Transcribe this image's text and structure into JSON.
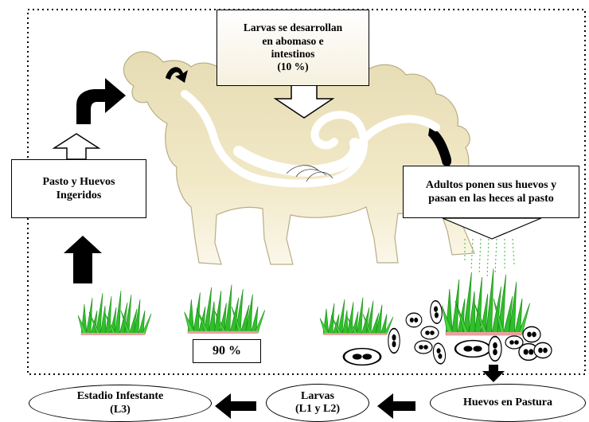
{
  "labels": {
    "larvae_develop": [
      "Larvas se desarrollan",
      "en abomaso e",
      "intestinos",
      "(10 %)"
    ],
    "ingested": [
      "Pasto y Huevos",
      "Ingeridos"
    ],
    "adults_lay": [
      "Adultos ponen sus huevos y",
      "pasan en las heces al pasto"
    ],
    "pasture_pct": "90 %",
    "infective_stage": [
      "Estadio Infestante",
      "(L3)"
    ],
    "larvae": [
      "Larvas",
      "(L1 y L2)"
    ],
    "eggs_pasture": "Huevos en Pastura"
  },
  "colors": {
    "sheep_fill": "#efe5c2",
    "sheep_shade": "#dcd0a6",
    "grass": "#2fbf2a",
    "grass_dark": "#1d8f1a",
    "grass_soil": "#e9a0a0"
  },
  "icons": [
    "sheep-illustration",
    "arrow-up-icon",
    "curved-arrow-icon",
    "arrow-down-icon",
    "arrow-left-icon",
    "grass-icon",
    "egg-icon"
  ]
}
